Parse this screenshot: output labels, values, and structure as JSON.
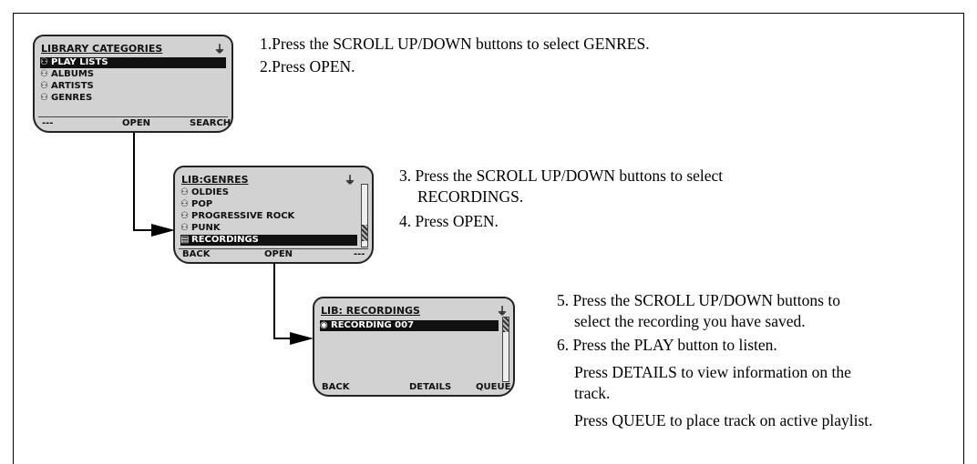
{
  "screen1": {
    "title": "LIBRARY CATEGORIES",
    "plug_icon": "power-plug-icon",
    "items": [
      {
        "icon": "category-icon",
        "label": "PLAY LISTS",
        "selected": true
      },
      {
        "icon": "category-icon",
        "label": "ALBUMS",
        "selected": false
      },
      {
        "icon": "category-icon",
        "label": "ARTISTS",
        "selected": false
      },
      {
        "icon": "category-icon",
        "label": "GENRES",
        "selected": false
      }
    ],
    "soft_left": "---",
    "soft_center": "OPEN",
    "soft_right": "SEARCH"
  },
  "screen2": {
    "title": "LIB:GENRES",
    "plug_icon": "power-plug-icon",
    "items": [
      {
        "icon": "category-icon",
        "label": "OLDIES",
        "selected": false
      },
      {
        "icon": "category-icon",
        "label": "POP",
        "selected": false
      },
      {
        "icon": "category-icon",
        "label": "PROGRESSIVE ROCK",
        "selected": false
      },
      {
        "icon": "category-icon",
        "label": "PUNK",
        "selected": false
      },
      {
        "icon": "list-icon",
        "label": "RECORDINGS",
        "selected": true
      }
    ],
    "soft_left": "BACK",
    "soft_center": "OPEN",
    "soft_right": "---"
  },
  "screen3": {
    "title": "LIB: RECORDINGS",
    "plug_icon": "power-plug-icon",
    "items": [
      {
        "icon": "disc-icon",
        "label": "RECORDING 007",
        "selected": true
      }
    ],
    "soft_left": "BACK",
    "soft_center": "DETAILS",
    "soft_right": "QUEUE"
  },
  "instructions": {
    "step1": "1.Press the SCROLL UP/DOWN buttons to select GENRES.",
    "step2": "2.Press OPEN.",
    "step3_a": "3. Press the SCROLL UP/DOWN buttons to select",
    "step3_b": "RECORDINGS.",
    "step4": "4. Press OPEN.",
    "step5_a": "5. Press the SCROLL UP/DOWN buttons to",
    "step5_b": "select the recording you have saved.",
    "step6": "6. Press the PLAY button to listen.",
    "note1_a": "Press DETAILS to view information on the",
    "note1_b": "track.",
    "note2": "Press QUEUE to place track on active playlist."
  }
}
